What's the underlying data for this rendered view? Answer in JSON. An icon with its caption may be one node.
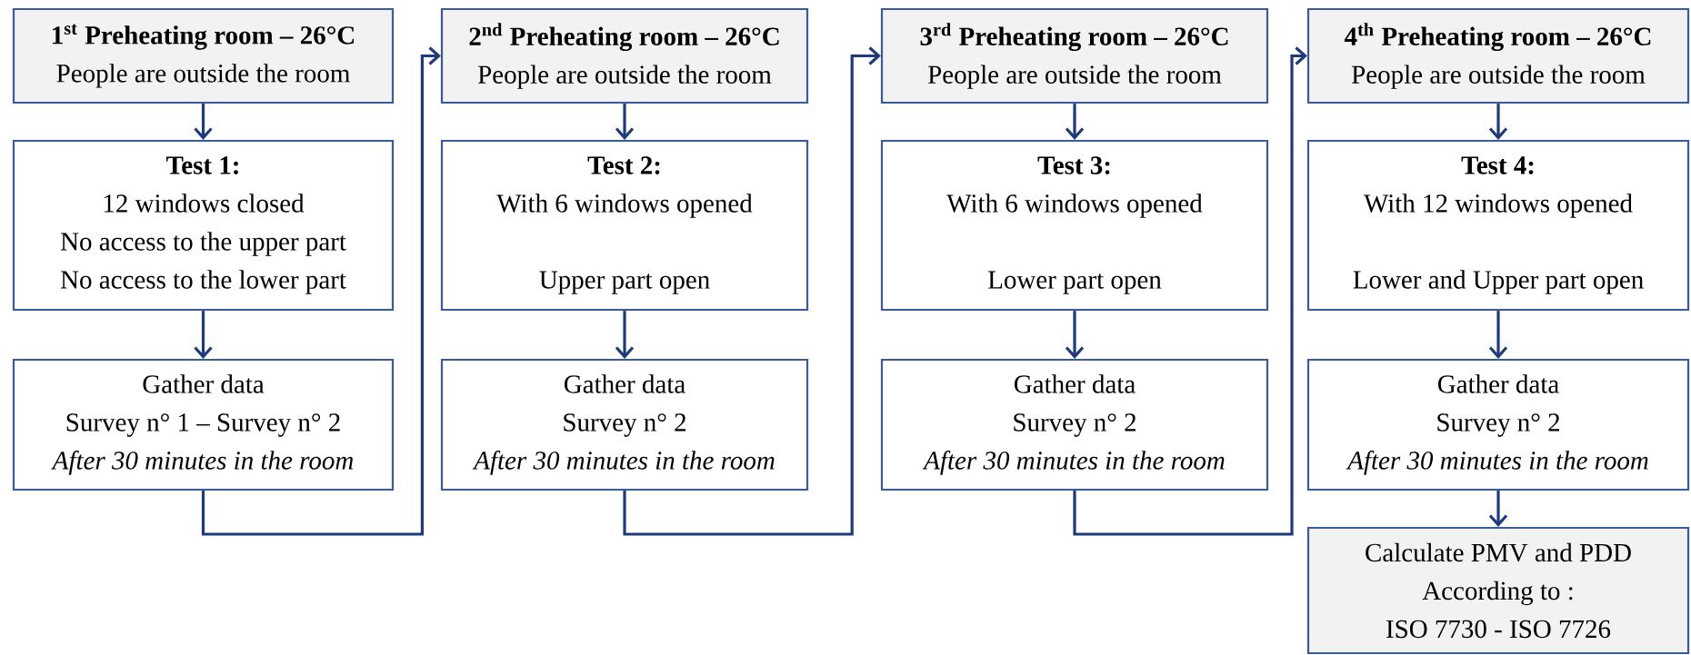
{
  "diagram": {
    "nodes": [
      {
        "text": [
          "1$^{st}$ Preheating room – 26°C",
          "People are outside the room"
        ]
      },
      {
        "text": [
          "Test 1:",
          "12 windows closed",
          "No access to the upper part",
          "No access to the lower part"
        ]
      },
      {
        "text": [
          "Gather data",
          "Survey n° 1 – Survey n° 2",
          "After 30 minutes in the room"
        ]
      },
      {
        "text": [
          "2$^{nd}$ Preheating room – 26°C",
          "People are outside the room"
        ]
      },
      {
        "text": [
          "Test 2:",
          "With 6 windows opened",
          "Upper part open"
        ]
      },
      {
        "text": [
          "Gather data",
          "Survey n° 2",
          "After 30 minutes in the room"
        ]
      },
      {
        "text": [
          "3$^{rd}$ Preheating room – 26°C",
          "People are outside the room"
        ]
      },
      {
        "text": [
          "Test 3:",
          "With 6 windows opened",
          "Lower part open"
        ]
      },
      {
        "text": [
          "Gather data",
          "Survey n° 2",
          "After 30 minutes in the room"
        ]
      },
      {
        "text": [
          "4$^{th}$ Preheating room – 26°C",
          "People are outside the room"
        ]
      },
      {
        "text": [
          "Test 4:",
          "With 12 windows opened",
          "Lower and Upper part open"
        ]
      },
      {
        "text": [
          "Gather data",
          "Survey n° 2",
          "After 30 minutes in the room"
        ]
      },
      {
        "text": [
          "Calculate PMV and PDD",
          "According to :",
          "ISO 7730 - ISO 7726"
        ]
      }
    ],
    "edges": [
      {
        "from": 0,
        "to": 1,
        "arrow": "to"
      },
      {
        "from": 1,
        "to": 2,
        "arrow": "to"
      },
      {
        "from": 3,
        "to": 4,
        "arrow": "to"
      },
      {
        "from": 4,
        "to": 5,
        "arrow": "to"
      },
      {
        "from": 6,
        "to": 7,
        "arrow": "to"
      },
      {
        "from": 7,
        "to": 8,
        "arrow": "to"
      },
      {
        "from": 9,
        "to": 10,
        "arrow": "to"
      },
      {
        "from": 10,
        "to": 11,
        "arrow": "to"
      },
      {
        "from": 2,
        "to": 3,
        "arrow": "to"
      },
      {
        "from": 5,
        "to": 6,
        "arrow": "to"
      },
      {
        "from": 8,
        "to": 9,
        "arrow": "to"
      },
      {
        "from": 11,
        "to": 12,
        "arrow": "to"
      }
    ]
  }
}
